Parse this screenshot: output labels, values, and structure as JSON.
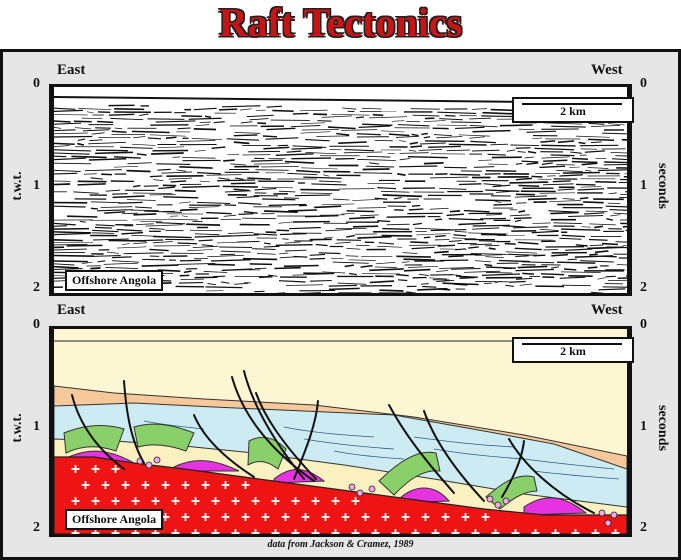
{
  "title": "Raft Tectonics",
  "seismic": {
    "east_label": "East",
    "west_label": "West",
    "ticks": [
      "0",
      "1",
      "2"
    ],
    "left_axis_label": "t.w.t.",
    "right_axis_label": "seconds",
    "scale_label": "2 km",
    "location_label": "Offshore Angola"
  },
  "section": {
    "east_label": "East",
    "west_label": "West",
    "ticks": [
      "0",
      "1",
      "2"
    ],
    "left_axis_label": "t.w.t.",
    "right_axis_label": "seconds",
    "scale_label": "2 km",
    "location_label": "Offshore Angola"
  },
  "credit": "data from Jackson & Cramez, 1989",
  "colors": {
    "title": "#c81414",
    "water": "#fdf6d2",
    "orange_layer": "#f6c89a",
    "blue_layer": "#ccebf2",
    "green_layer": "#8ad06a",
    "cream_layer": "#faf0c0",
    "magenta_layer": "#e632e0",
    "salt": "#ee1414",
    "salt_marks": "#ffffff"
  }
}
